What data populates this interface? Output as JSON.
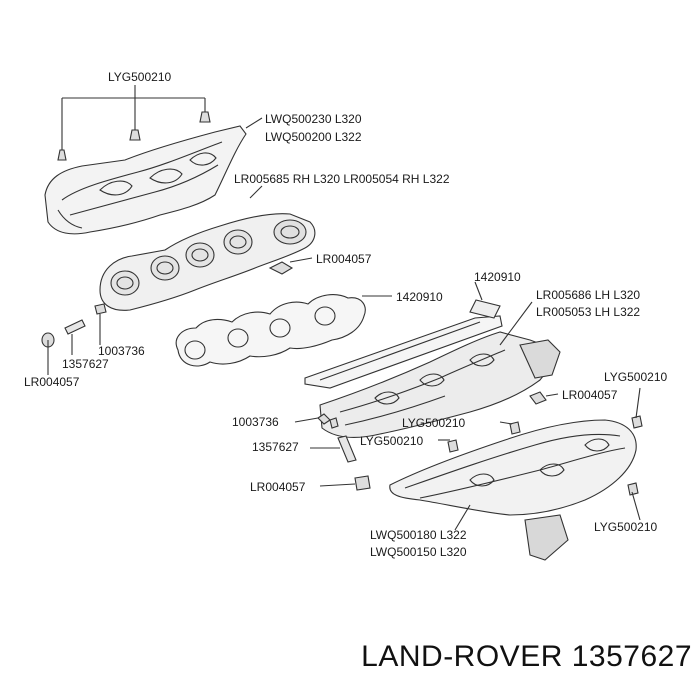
{
  "labels": {
    "lyg500210_top": "LYG500210",
    "lwq500230": "LWQ500230 L320",
    "lwq500200": "LWQ500200 L322",
    "lr005685": "LR005685 RH L320 LR005054 RH L322",
    "lr004057_a": "LR004057",
    "n1420910_a": "1420910",
    "n1420910_b": "1420910",
    "lr005686": "LR005686 LH L320",
    "lr005053": "LR005053 LH L322",
    "n1003736_a": "1003736",
    "n1357627_a": "1357627",
    "lr004057_b": "LR004057",
    "lr004057_c": "LR004057",
    "lyg500210_r1": "LYG500210",
    "n1003736_b": "1003736",
    "lyg500210_c": "LYG500210",
    "lyg500210_d": "LYG500210",
    "n1357627_b": "1357627",
    "lr004057_d": "LR004057",
    "lwq500180": "LWQ500180 L322",
    "lwq500150": "LWQ500150 L320",
    "lyg500210_r2": "LYG500210"
  },
  "footer": {
    "brand_title": "LAND-ROVER 1357627"
  },
  "colors": {
    "line": "#333333",
    "fill_light": "#f2f2f2",
    "fill_mid": "#d9d9d9"
  }
}
